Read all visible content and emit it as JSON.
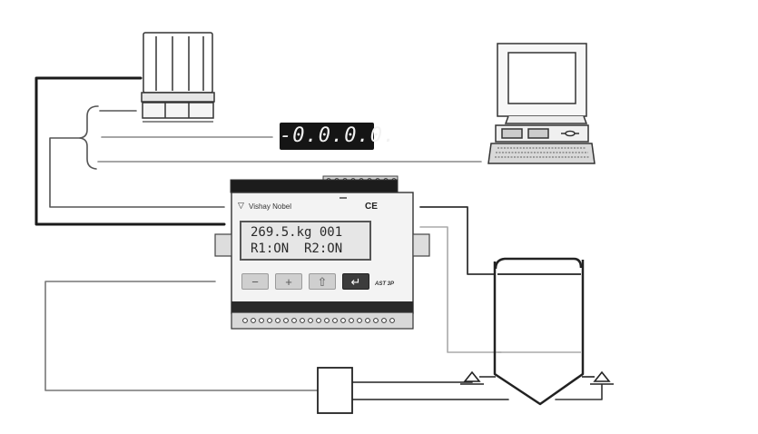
{
  "remote_display": {
    "value": "-0.0.0.0."
  },
  "device": {
    "brand": "Vishay Nobel",
    "brand_symbol": "▽",
    "mark": "CE",
    "lcd_line1": "269.5.kg 001",
    "lcd_line2": "R1:ON  R2:ON",
    "keys": {
      "minus": "−",
      "plus": "+",
      "up": "⇧",
      "enter": "↵"
    },
    "model": "AST 3P"
  }
}
